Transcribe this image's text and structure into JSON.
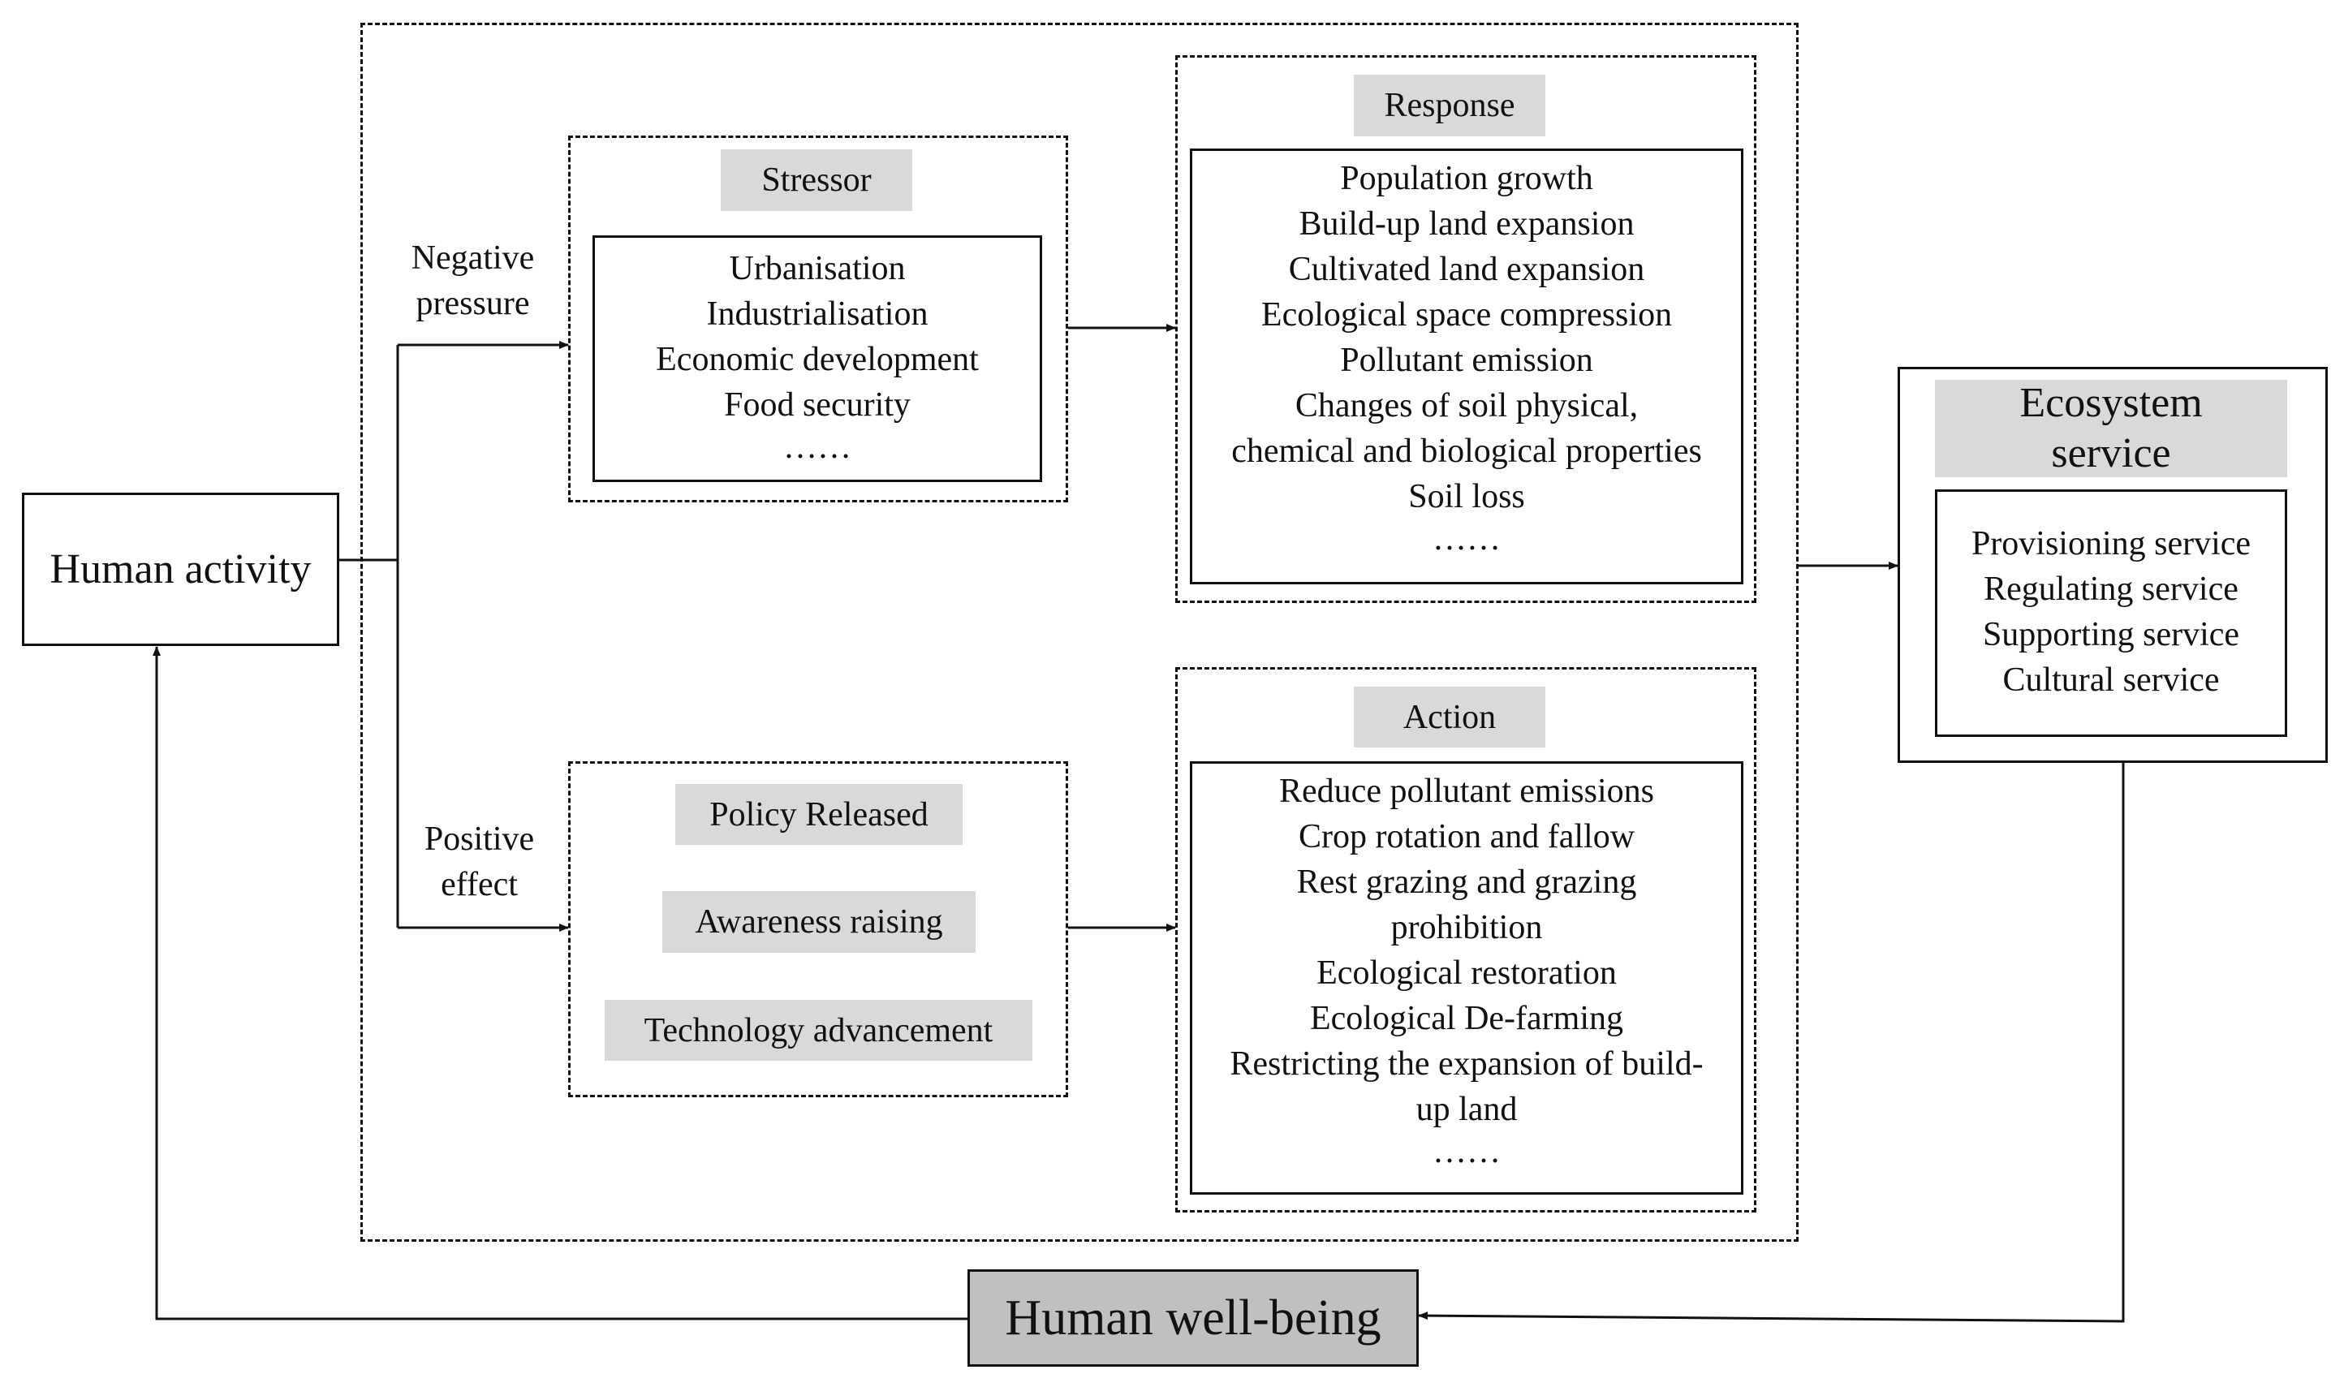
{
  "nodes": {
    "human_activity": "Human activity",
    "stressor": {
      "title": "Stressor",
      "items": [
        "Urbanisation",
        "Industrialisation",
        "Economic development",
        "Food security",
        "……"
      ]
    },
    "response": {
      "title": "Response",
      "items": [
        "Population growth",
        "Build-up land expansion",
        "Cultivated land expansion",
        "Ecological space compression",
        "Pollutant emission",
        "Changes of soil physical,",
        "chemical and biological properties",
        "Soil loss",
        "……"
      ]
    },
    "policy": {
      "released": "Policy Released",
      "awareness": "Awareness raising",
      "technology": "Technology advancement"
    },
    "action": {
      "title": "Action",
      "items": [
        "Reduce pollutant emissions",
        "Crop rotation and fallow",
        "Rest grazing and grazing",
        "prohibition",
        "Ecological restoration",
        "Ecological De-farming",
        "Restricting the expansion of build-",
        "up land",
        "……"
      ]
    },
    "ecosystem_service": {
      "title": "Ecosystem\nservice",
      "items": [
        "Provisioning service",
        "Regulating service",
        "Supporting service",
        "Cultural service"
      ]
    },
    "human_wellbeing": "Human well-being"
  },
  "edge_labels": {
    "negative": "Negative\npressure",
    "positive": "Positive\neffect"
  },
  "colors": {
    "line": "#111111",
    "label_fill": "#d9d9d9",
    "wellbeing_fill": "#c0c0c0"
  }
}
